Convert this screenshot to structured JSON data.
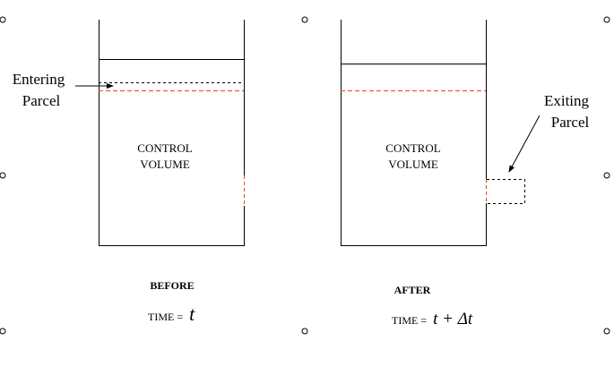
{
  "entering_label": [
    "Entering",
    "Parcel"
  ],
  "exiting_label": [
    "Exiting",
    "Parcel"
  ],
  "before": {
    "cv_lines": [
      "CONTROL",
      "VOLUME"
    ],
    "caption": "BEFORE",
    "time_prefix": "TIME = ",
    "time_value": "t"
  },
  "after": {
    "cv_lines": [
      "CONTROL",
      "VOLUME"
    ],
    "caption": "AFTER",
    "time_prefix": "TIME = ",
    "time_value": "t + Δt"
  },
  "colors": {
    "boundary": "#e8461e",
    "line": "#000000"
  }
}
